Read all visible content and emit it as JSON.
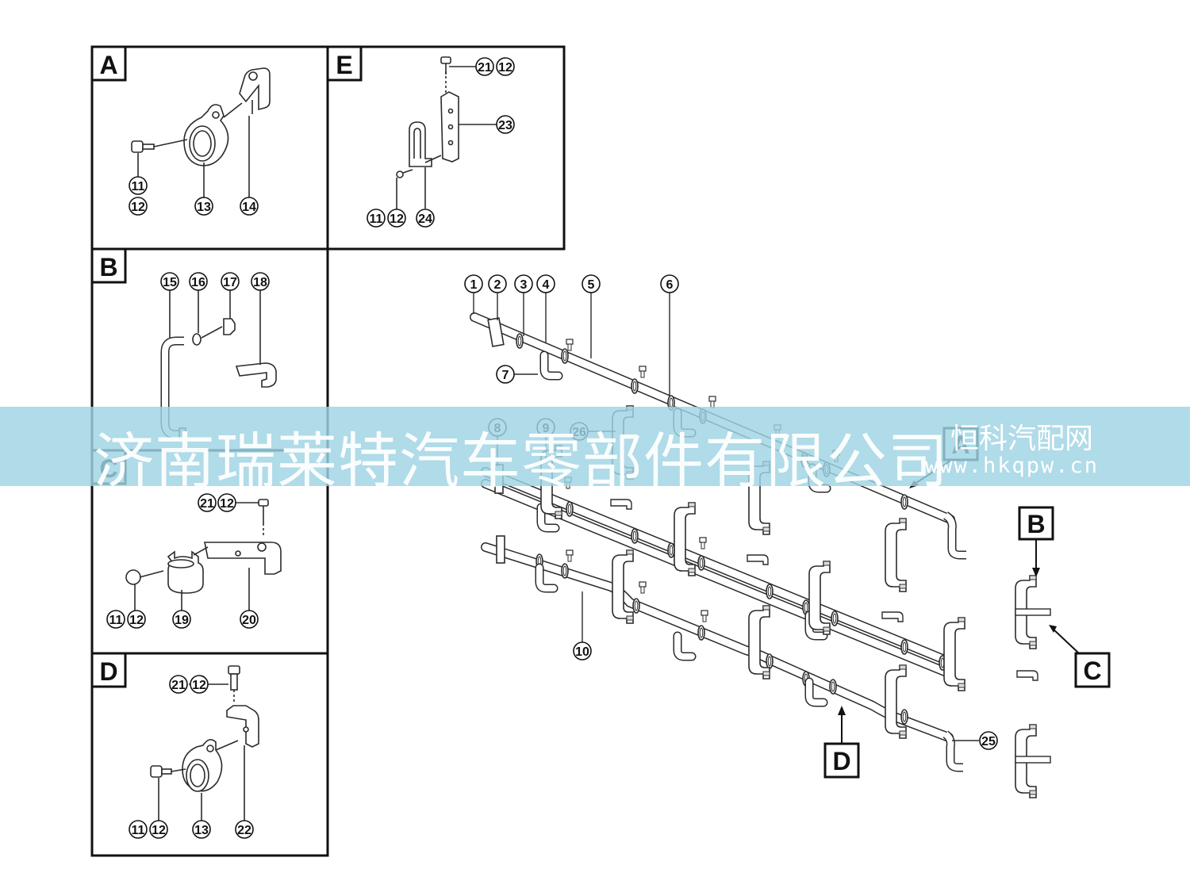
{
  "panels": [
    {
      "letter": "A",
      "callouts": [
        "11",
        "12",
        "13",
        "14"
      ]
    },
    {
      "letter": "E",
      "callouts": [
        "21",
        "12",
        "23",
        "11",
        "12",
        "24"
      ]
    },
    {
      "letter": "B",
      "callouts": [
        "15",
        "16",
        "17",
        "18"
      ]
    },
    {
      "letter": "C",
      "callouts": [
        "21",
        "12",
        "11",
        "12",
        "19",
        "20"
      ]
    },
    {
      "letter": "D",
      "callouts": [
        "21",
        "12",
        "11",
        "12",
        "13",
        "22"
      ]
    }
  ],
  "main_callouts": [
    "1",
    "2",
    "3",
    "4",
    "5",
    "6",
    "7",
    "8",
    "9",
    "26",
    "10",
    "25"
  ],
  "detail_flags": [
    "A",
    "B",
    "C",
    "D"
  ],
  "watermark": {
    "company": "济南瑞莱特汽车零部件有限公司",
    "site": "恒科汽配网",
    "url": "www.hkqpw.cn"
  }
}
